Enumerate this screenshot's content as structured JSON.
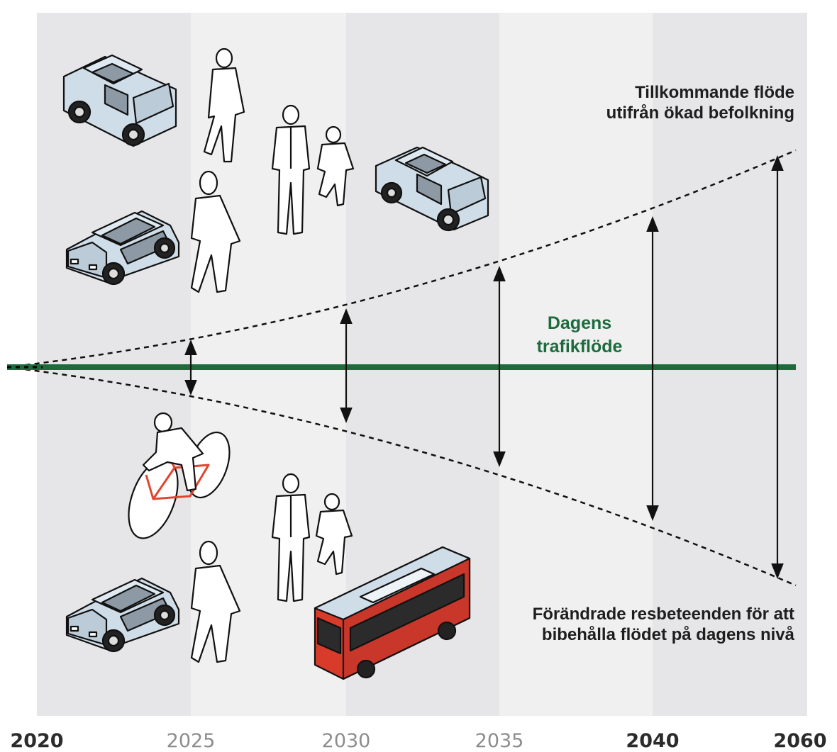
{
  "annotations": {
    "top_label_line1": "Tillkommande flöde",
    "top_label_line2": "utifrån ökad befolkning",
    "center_label_line1": "Dagens",
    "center_label_line2": "trafikflöde",
    "bottom_label_line1": "Förändrade resbeteenden för att",
    "bottom_label_line2": "bibehålla flödet på dagens nivå"
  },
  "timeline": {
    "years": [
      {
        "label": "2020",
        "emphasis": true
      },
      {
        "label": "2025",
        "emphasis": false
      },
      {
        "label": "2030",
        "emphasis": false
      },
      {
        "label": "2035",
        "emphasis": false
      },
      {
        "label": "2040",
        "emphasis": true
      },
      {
        "label": "2060",
        "emphasis": true
      }
    ]
  },
  "colors": {
    "band_dark": "#e6e6e8",
    "band_light": "#f0f0f1",
    "baseline_green": "#1d6b3d",
    "car_body": "#cfdde8",
    "bus_red": "#d93b2b",
    "bike_red": "#e0452f"
  },
  "illustrations": {
    "top_group": [
      "car-icon",
      "pedestrian-icon",
      "pedestrian-icon",
      "child-icon",
      "pedestrian-icon",
      "car-icon",
      "car-icon"
    ],
    "bottom_group": [
      "cyclist-icon",
      "pedestrian-icon",
      "child-icon",
      "car-icon",
      "pedestrian-icon",
      "bus-icon"
    ]
  }
}
